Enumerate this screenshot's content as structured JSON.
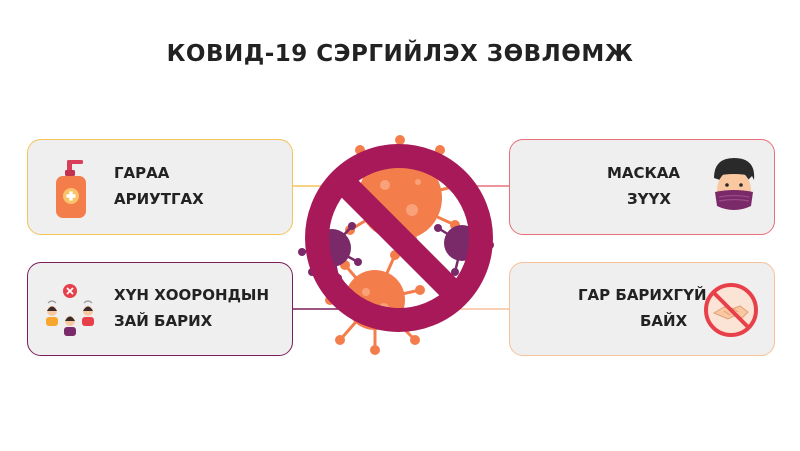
{
  "title": "КОВИД-19 СЭРГИЙЛЭХ ЗӨВЛӨМЖ",
  "colors": {
    "card_bg": "#efefef",
    "card1_border": "#f5c45a",
    "card2_border": "#7b1f5a",
    "card3_border": "#e8707a",
    "card4_border": "#f7c19a",
    "forbid_sign": "#a8195a",
    "virus_orange": "#f47d4c",
    "virus_purple": "#7a2a68"
  },
  "cards": [
    {
      "lines": [
        "ГАРАА",
        "АРИУТГАХ"
      ],
      "icon": "hand-sanitizer-icon"
    },
    {
      "lines": [
        "ХҮН ХООРОНДЫН",
        "ЗАЙ БАРИХ"
      ],
      "icon": "social-distance-icon"
    },
    {
      "lines": [
        "МАСКАА",
        "ЗҮҮХ"
      ],
      "icon": "face-mask-icon"
    },
    {
      "lines": [
        "ГАР БАРИХГҮЙ",
        "БАЙХ"
      ],
      "icon": "no-handshake-icon"
    }
  ]
}
